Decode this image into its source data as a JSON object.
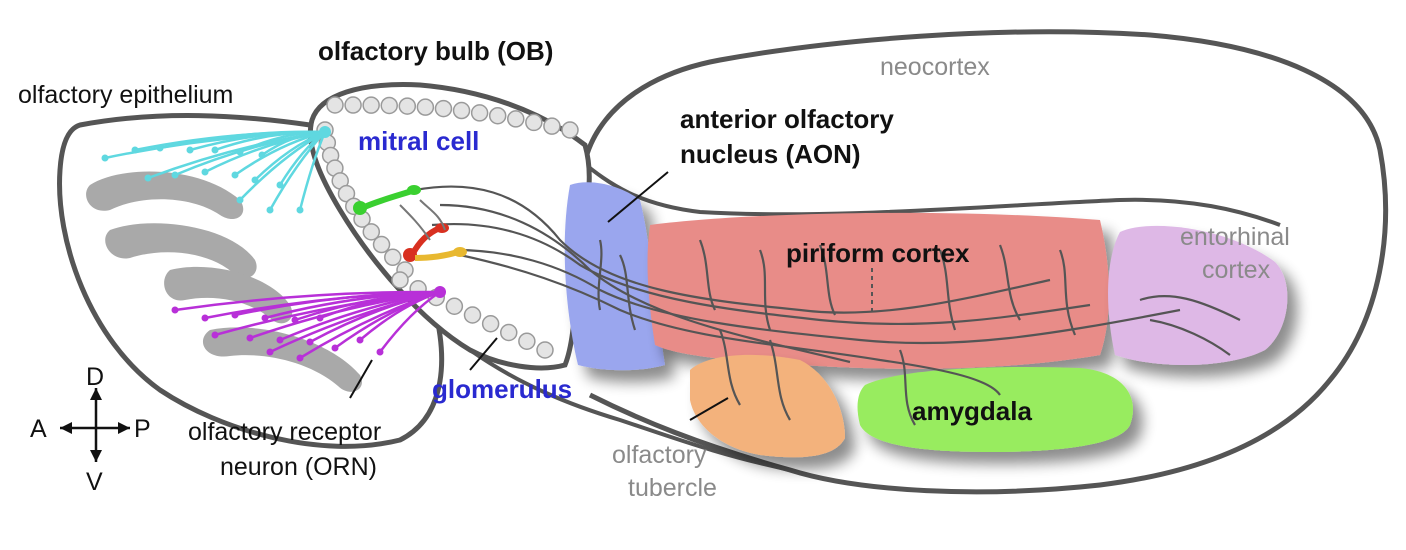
{
  "labels": {
    "olfactory_bulb": "olfactory bulb (OB)",
    "olfactory_epithelium": "olfactory epithelium",
    "mitral_cell": "mitral cell",
    "neocortex": "neocortex",
    "aon_line1": "anterior olfactory",
    "aon_line2": "nucleus (AON)",
    "piriform_cortex": "piriform cortex",
    "entorhinal_line1": "entorhinal",
    "entorhinal_line2": "cortex",
    "glomerulus": "glomerulus",
    "orn_line1": "olfactory receptor",
    "orn_line2": "neuron (ORN)",
    "tubercle_line1": "olfactory",
    "tubercle_line2": "tubercle",
    "amygdala": "amygdala"
  },
  "compass": {
    "dorsal": "D",
    "ventral": "V",
    "anterior": "A",
    "posterior": "P"
  },
  "colors": {
    "outline": "#555555",
    "aon": "#9aa6ee",
    "piriform": "#e88c88",
    "entorhinal": "#deb8e6",
    "tubercle": "#f3b27c",
    "amygdala": "#98ec5e",
    "orn_epithelium_top": "#5fd8e0",
    "orn_epithelium_bottom": "#b830d8",
    "mitral_green": "#3ad030",
    "mitral_red": "#d83020",
    "mitral_yellow": "#e8b830",
    "label_blue": "#2a2ad0",
    "label_gray": "#8a8a8a"
  }
}
